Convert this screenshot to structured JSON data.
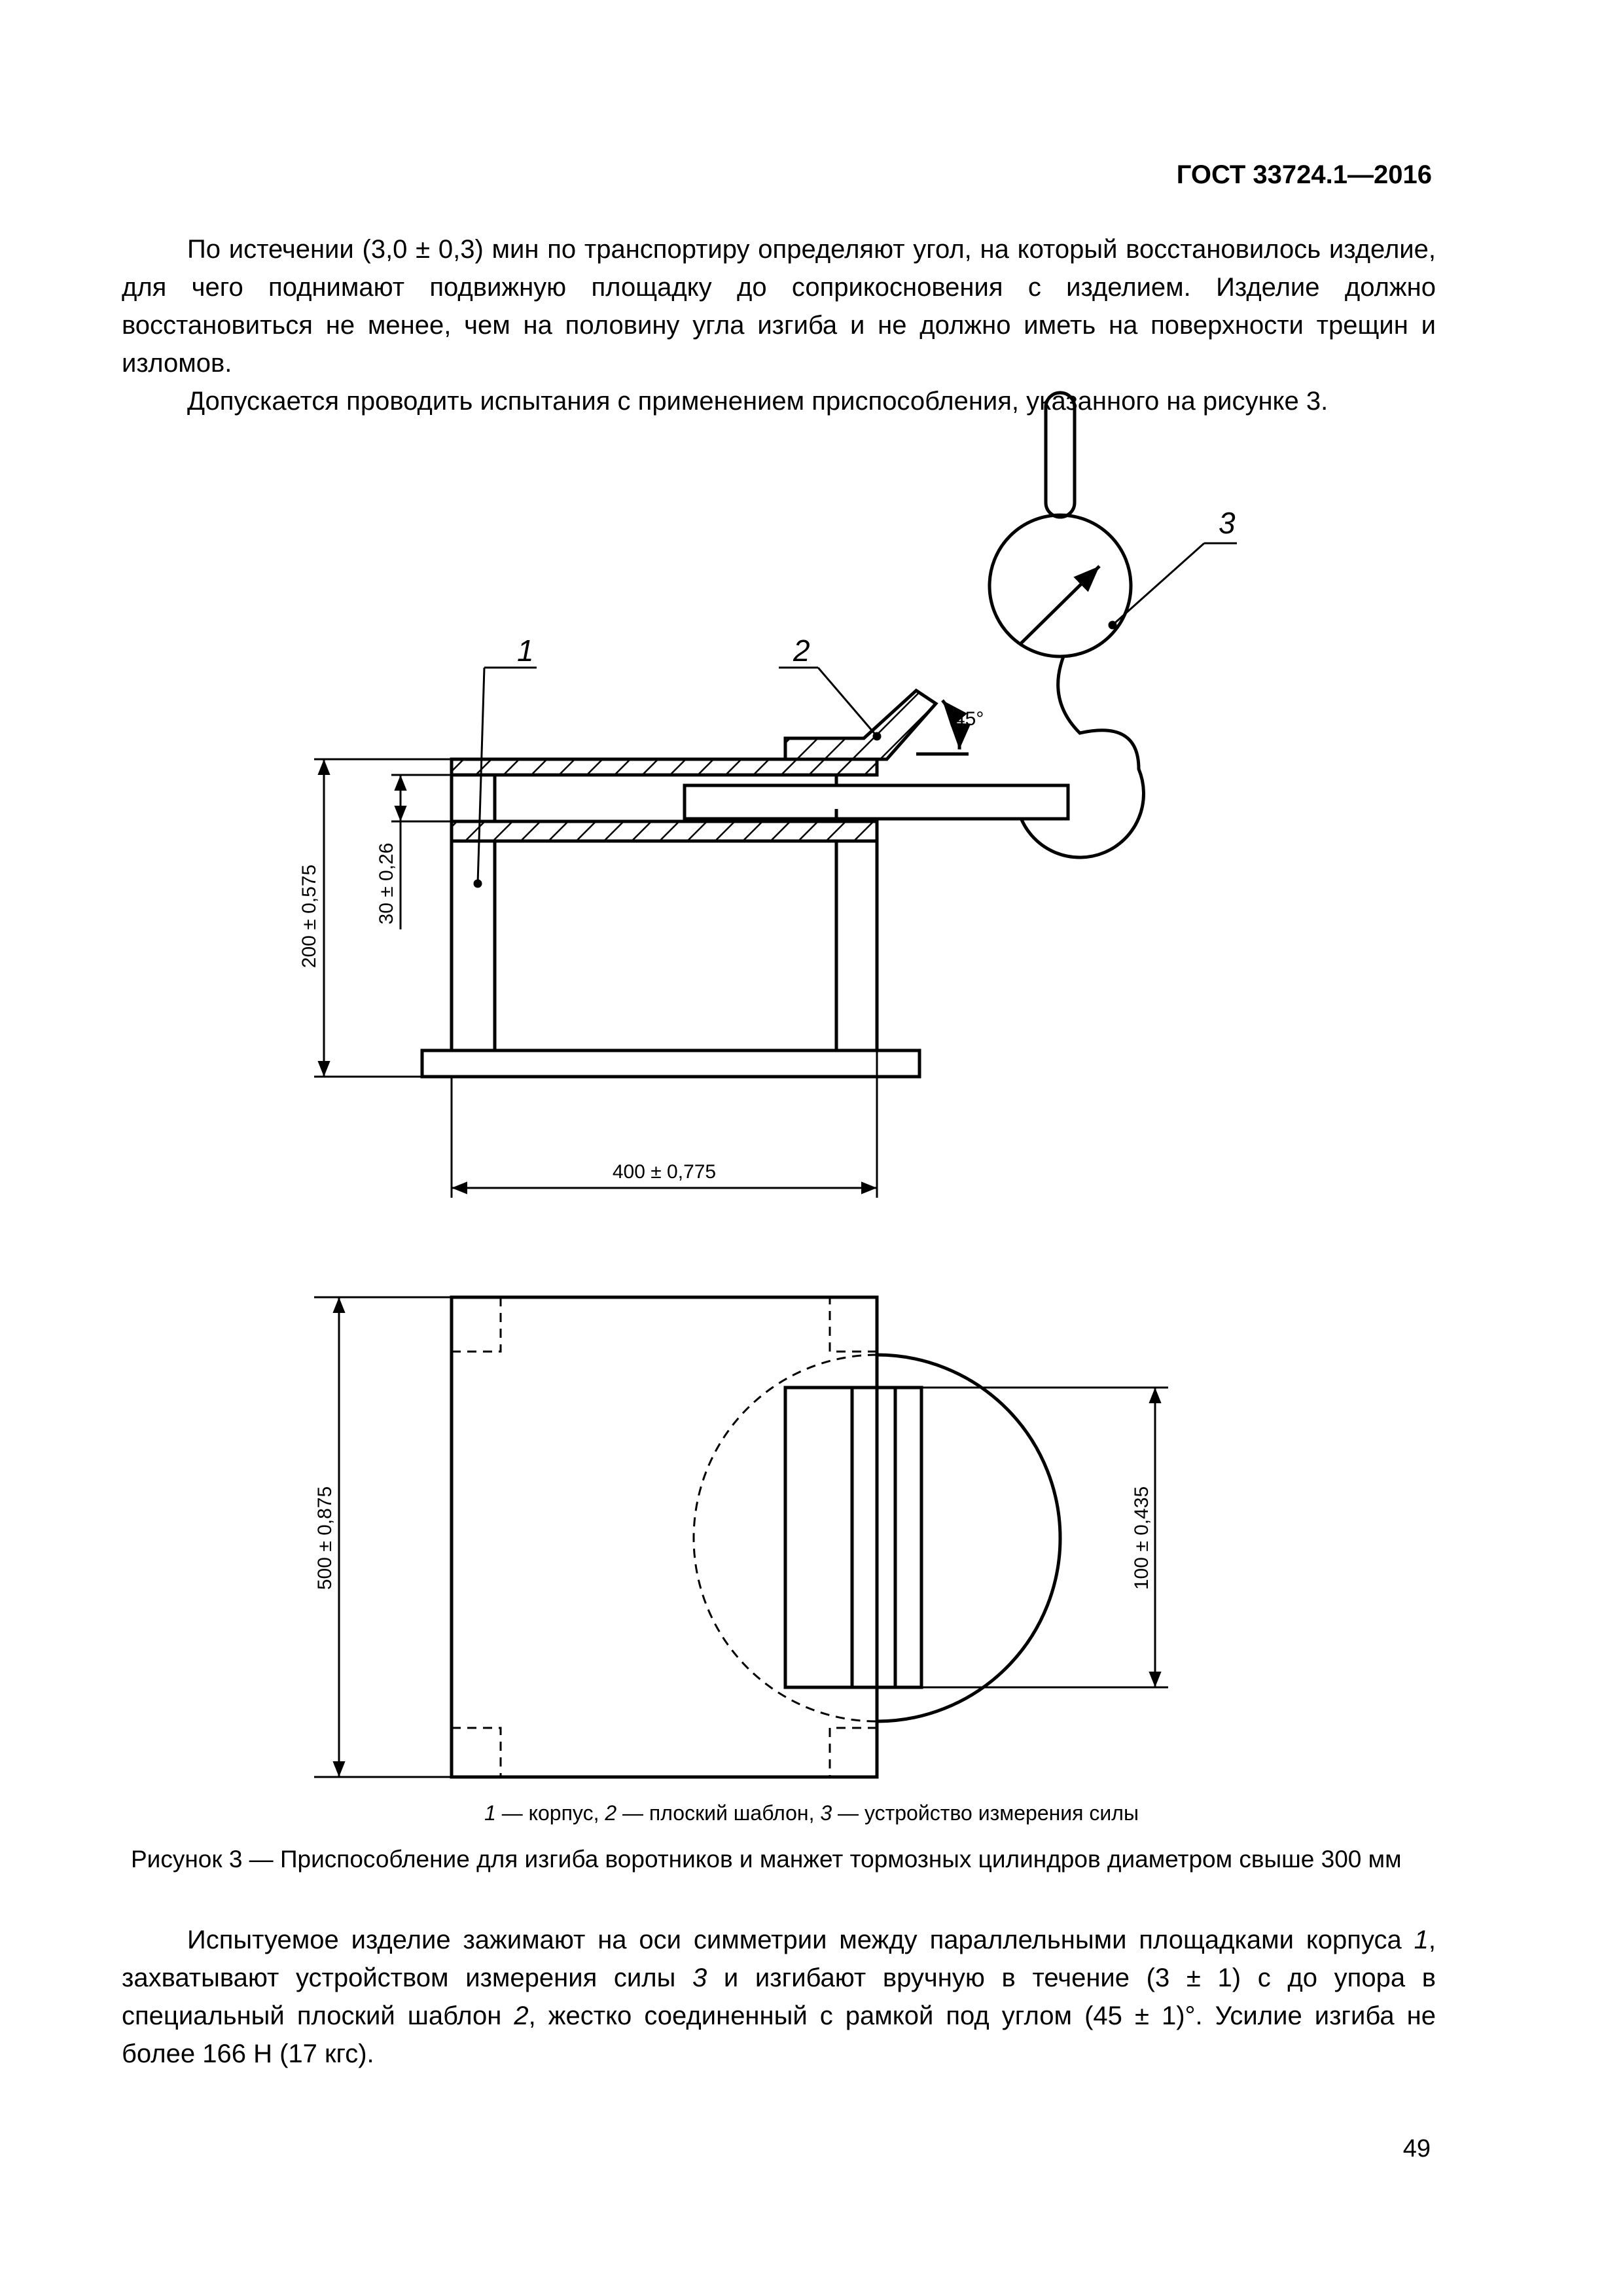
{
  "header": {
    "doc_id": "ГОСТ 33724.1—2016"
  },
  "body_top": {
    "p1": "По истечении (3,0 ± 0,3) мин по транспортиру определяют угол, на который восстановилось изделие, для чего поднимают подвижную площадку до соприкосновения с изделием. Изделие должно восстановиться не менее, чем на половину угла изгиба и не должно иметь на поверхности трещин и изломов.",
    "p2": "Допускается проводить испытания с применением приспособления, указанного на рисунке 3."
  },
  "figure": {
    "callouts": {
      "c1": "1",
      "c2": "2",
      "c3": "3"
    },
    "angle": "45°",
    "dims": {
      "height_total": "200 ± 0,575",
      "gap": "30 ± 0,26",
      "width": "400 ± 0,775",
      "plan_height": "500 ± 0,875",
      "template_width": "100 ± 0,435"
    },
    "legend": {
      "n1": "1",
      "t1": " — корпус, ",
      "n2": "2",
      "t2": " — плоский шаблон, ",
      "n3": "3",
      "t3": " — устройство измерения силы"
    },
    "title": "Рисунок  3 — Приспособление для изгиба воротников и манжет тормозных цилиндров диаметром свыше 300 мм"
  },
  "body_bottom": {
    "s1": "Испытуемое изделие зажимают на оси симметрии между параллельными площадками корпуса ",
    "n1": "1",
    "s2": ", захватывают устройством измерения силы ",
    "n3": "3",
    "s3": " и изгибают вручную в течение (3 ± 1) с до упора в специальный плоский шаблон ",
    "n2": "2",
    "s4": ", жестко соединенный с рамкой под углом (45 ± 1)°. Усилие изгиба не более 166 Н (17 кгс)."
  },
  "page_number": "49"
}
